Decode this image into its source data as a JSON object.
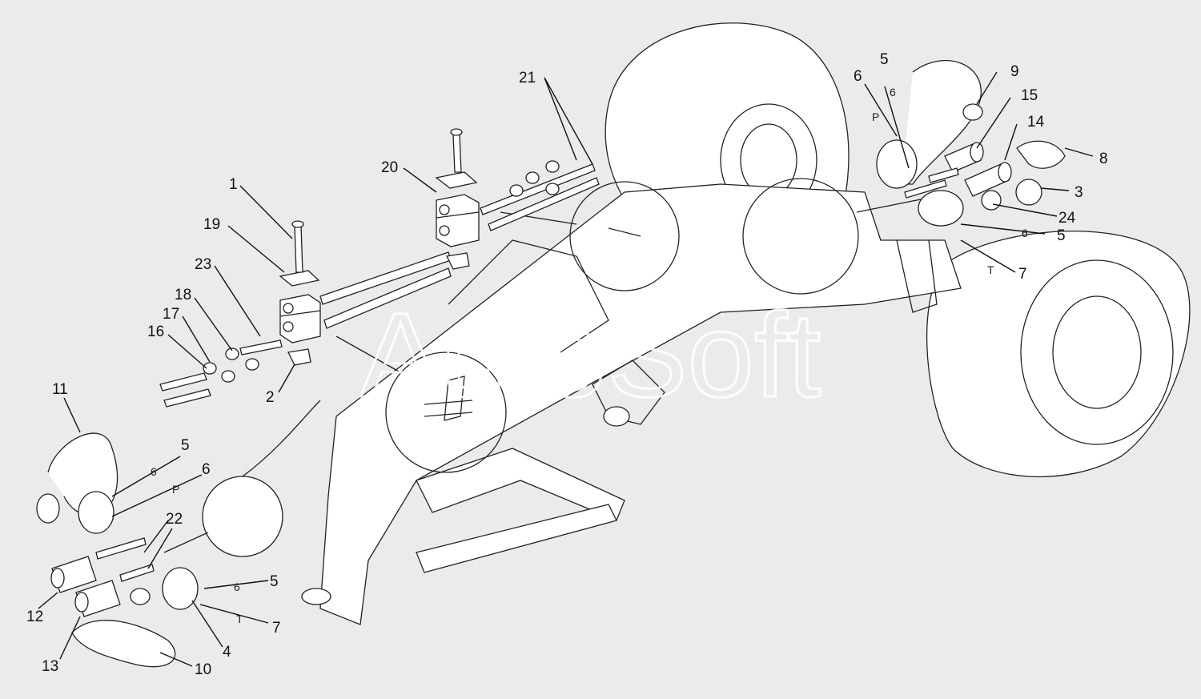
{
  "watermark": "AutoSoft",
  "callouts": {
    "c1": "1",
    "c2": "2",
    "c3": "3",
    "c4": "4",
    "c5a": "5",
    "c5b": "5",
    "c5c": "5",
    "c5d": "5",
    "c6a": "6",
    "c6b": "6",
    "c7a": "7",
    "c7b": "7",
    "c8": "8",
    "c9": "9",
    "c10": "10",
    "c11": "11",
    "c12": "12",
    "c13": "13",
    "c14": "14",
    "c15": "15",
    "c16": "16",
    "c17": "17",
    "c18": "18",
    "c19": "19",
    "c20": "20",
    "c21": "21",
    "c22": "22",
    "c23": "23",
    "c24": "24"
  },
  "markers": {
    "m6a": "6",
    "m6b": "6",
    "m6c": "6",
    "m6d": "6",
    "mPa": "P",
    "mPb": "P",
    "mTa": "T",
    "mTb": "T"
  }
}
